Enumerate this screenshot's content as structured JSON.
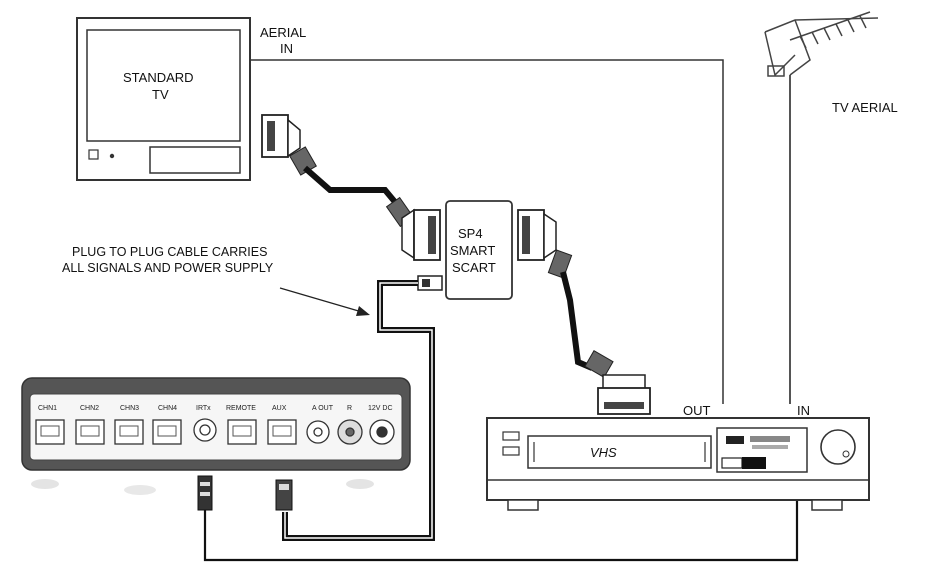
{
  "tv": {
    "label_line1": "STANDARD",
    "label_line2": "TV"
  },
  "aerial_in": {
    "line1": "AERIAL",
    "line2": "IN"
  },
  "tv_aerial": {
    "label": "TV AERIAL"
  },
  "smart_scart": {
    "line1": "SP4",
    "line2": "SMART",
    "line3": "SCART"
  },
  "cable_note": {
    "line1": "PLUG TO PLUG CABLE CARRIES",
    "line2": "ALL SIGNALS AND POWER SUPPLY"
  },
  "vcr": {
    "out_label": "OUT",
    "in_label": "IN",
    "vhs_label": "VHS"
  },
  "hub": {
    "ports": [
      "CHN1",
      "CHN2",
      "CHN3",
      "CHN4",
      "IRTx",
      "REMOTE",
      "AUX",
      "A OUT",
      "R",
      "12V DC"
    ]
  }
}
